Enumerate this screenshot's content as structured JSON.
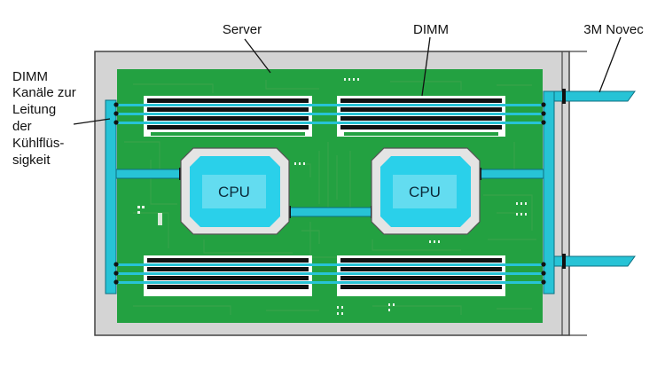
{
  "labels": {
    "server": "Server",
    "dimm": "DIMM",
    "novec": "3M Novec",
    "channels": [
      "DIMM",
      "Kanäle zur",
      "Leitung",
      "der",
      "Kühlflüs-",
      "sigkeit"
    ],
    "cpu_left": "CPU",
    "cpu_right": "CPU"
  },
  "colors": {
    "board": "#23a141",
    "board_dark": "#1a8a35",
    "chassis": "#d4d4d4",
    "coolant": "#27c3d6",
    "coolant_dark": "#0e8fa3",
    "cpu_core": "#2ad0ea",
    "cpu_heatspreader": "#e4e4e4",
    "dimm": "#111111"
  }
}
